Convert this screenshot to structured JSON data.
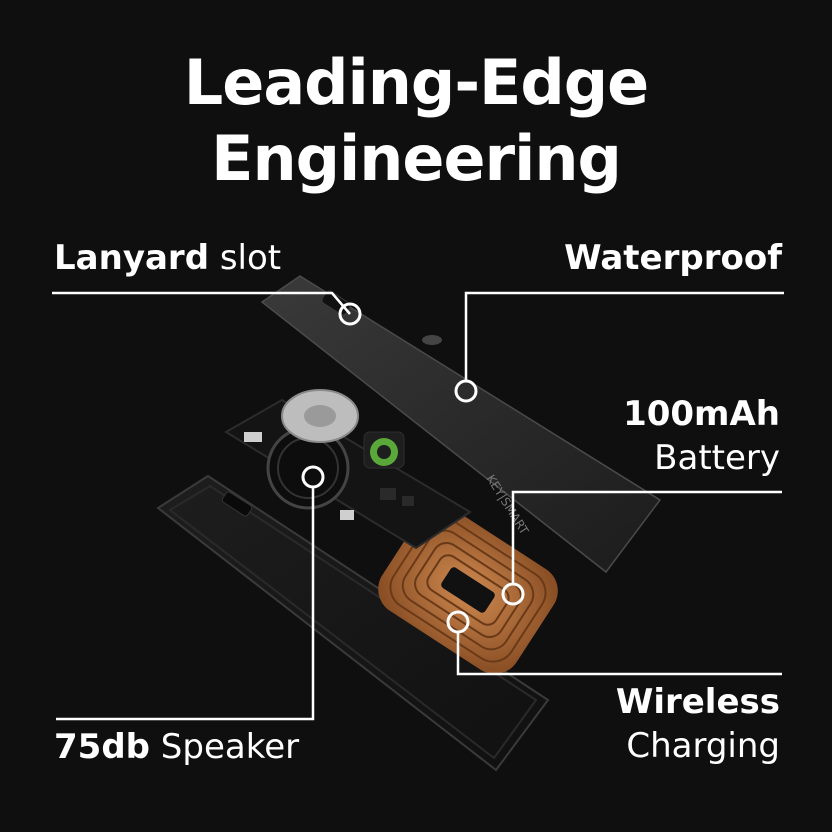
{
  "title": {
    "line1": "Leading-Edge",
    "line2": "Engineering"
  },
  "callouts": {
    "lanyard": {
      "bold": "Lanyard",
      "rest": " slot"
    },
    "waterproof": {
      "bold": "Waterproof"
    },
    "battery": {
      "bold": "100mAh",
      "line2": "Battery"
    },
    "wireless": {
      "bold": "Wireless",
      "line2": "Charging"
    },
    "speaker": {
      "bold": "75db",
      "rest": " Speaker"
    }
  },
  "device": {
    "brand_text": "KEY|SMART"
  },
  "colors": {
    "background": "#0f0f0f",
    "text": "#ffffff",
    "callout_line": "#ffffff",
    "card": "#2b2b2b",
    "coil": "#b8733e",
    "pcb": "#151515",
    "pcb_accent": "#5aa83a"
  }
}
